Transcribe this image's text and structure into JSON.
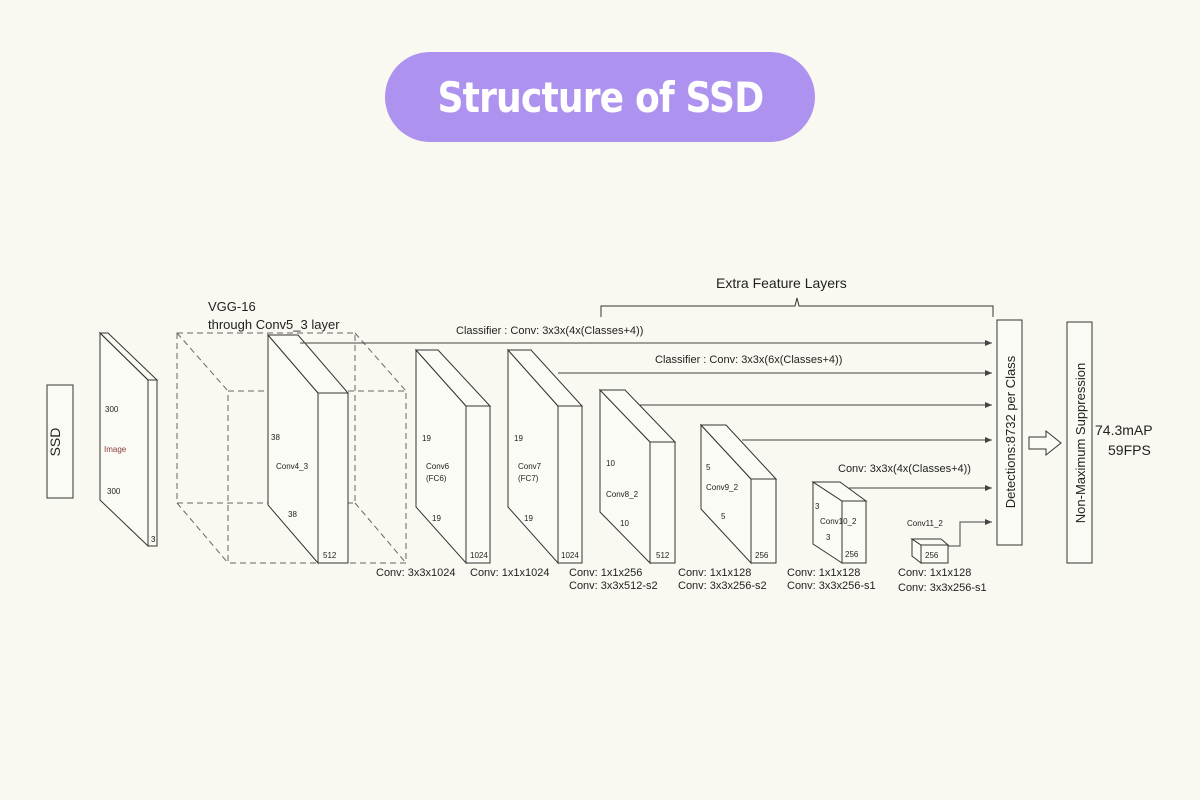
{
  "title": "Structure of SSD",
  "ssd_label": "SSD",
  "nms_label": "Non-Maximum Suppression",
  "detections_label": "Detections:8732  per Class",
  "result_map": "74.3mAP",
  "result_fps": "59FPS",
  "vgg_label_1": "VGG-16",
  "vgg_label_2": "through Conv5_3 layer",
  "extra_feature_label": "Extra Feature Layers",
  "classifier_1": "Classifier : Conv: 3x3x(4x(Classes+4))",
  "classifier_2": "Classifier : Conv: 3x3x(6x(Classes+4))",
  "classifier_3": "Conv: 3x3x(4x(Classes+4))",
  "image_block": {
    "w": "300",
    "h": "300",
    "c": "3",
    "name": "Image"
  },
  "conv4_block": {
    "w": "38",
    "h": "38",
    "c": "512",
    "name": "Conv4_3"
  },
  "conv6_block": {
    "w": "19",
    "h": "19",
    "c": "1024",
    "name1": "Conv6",
    "name2": "(FC6)"
  },
  "conv7_block": {
    "w": "19",
    "h": "19",
    "c": "1024",
    "name1": "Conv7",
    "name2": "(FC7)"
  },
  "conv8_block": {
    "w": "10",
    "h": "10",
    "c": "512",
    "name": "Conv8_2"
  },
  "conv9_block": {
    "w": "5",
    "h": "5",
    "c": "256",
    "name": "Conv9_2"
  },
  "conv10_block": {
    "w": "3",
    "h": "3",
    "c": "256",
    "name": "Conv10_2"
  },
  "conv11_block": {
    "c": "256",
    "name": "Conv11_2"
  },
  "bottom_labels": {
    "l1": "Conv: 3x3x1024",
    "l2": "Conv: 1x1x1024",
    "l3a": "Conv: 1x1x256",
    "l3b": "Conv:  3x3x512-s2",
    "l4a": "Conv: 1x1x128",
    "l4b": "Conv: 3x3x256-s2",
    "l5a": "Conv: 1x1x128",
    "l5b": "Conv: 3x3x256-s1",
    "l6a": "Conv: 1x1x128",
    "l6b": "Conv: 3x3x256-s1"
  }
}
